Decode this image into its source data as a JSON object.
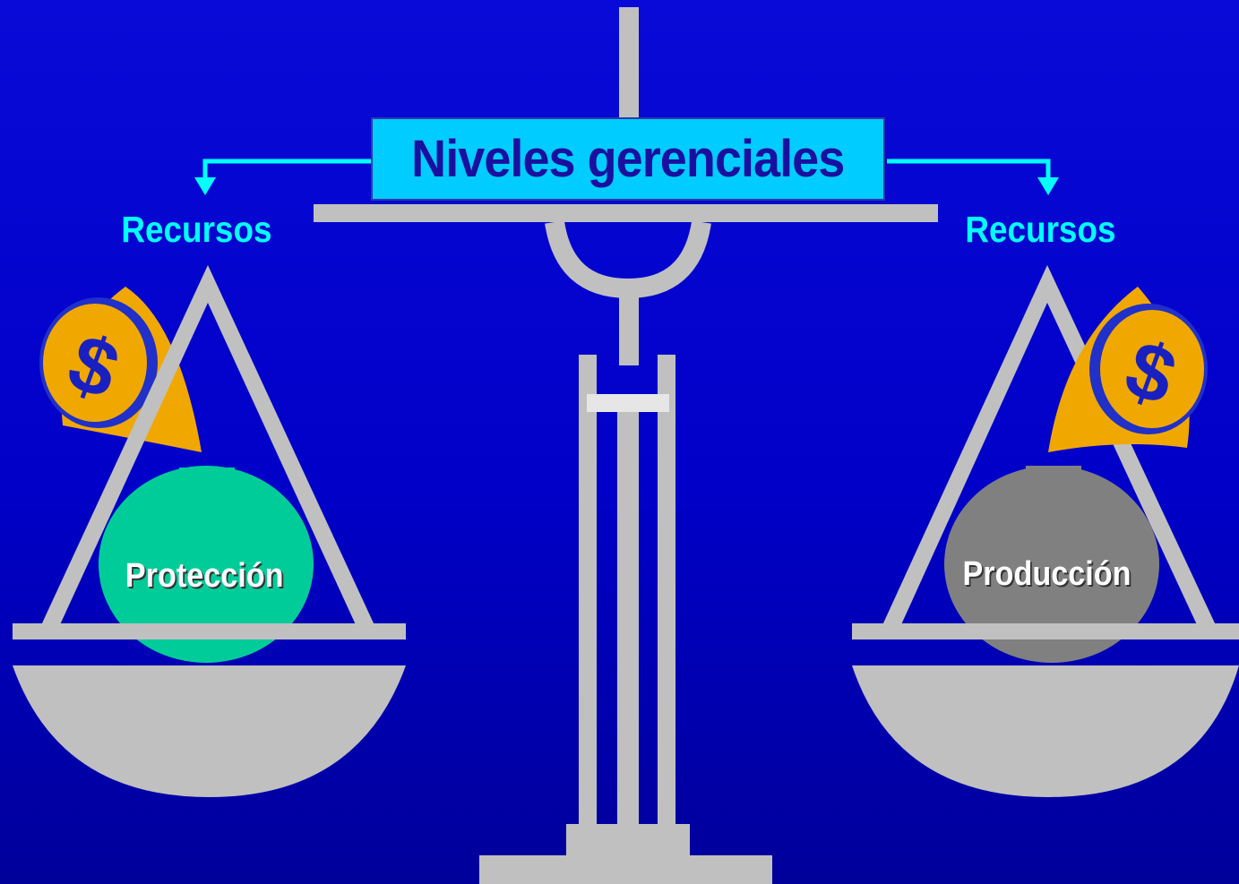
{
  "diagram": {
    "title": "Niveles gerenciales",
    "left_resource_label": "Recursos",
    "right_resource_label": "Recursos",
    "left_weight_label": "Protección",
    "right_weight_label": "Producción"
  },
  "colors": {
    "background": "#0000c8",
    "scale": "#c0c0c0",
    "title_box": "#00ccff",
    "title_text": "#1a10a0",
    "arrows": "#00ffff",
    "money_bag": "#f0a800",
    "protection_weight": "#00cc99",
    "production_weight": "#808080"
  },
  "icons": [
    "money-bag-icon",
    "money-bag-icon",
    "dollar-sign-icon"
  ]
}
